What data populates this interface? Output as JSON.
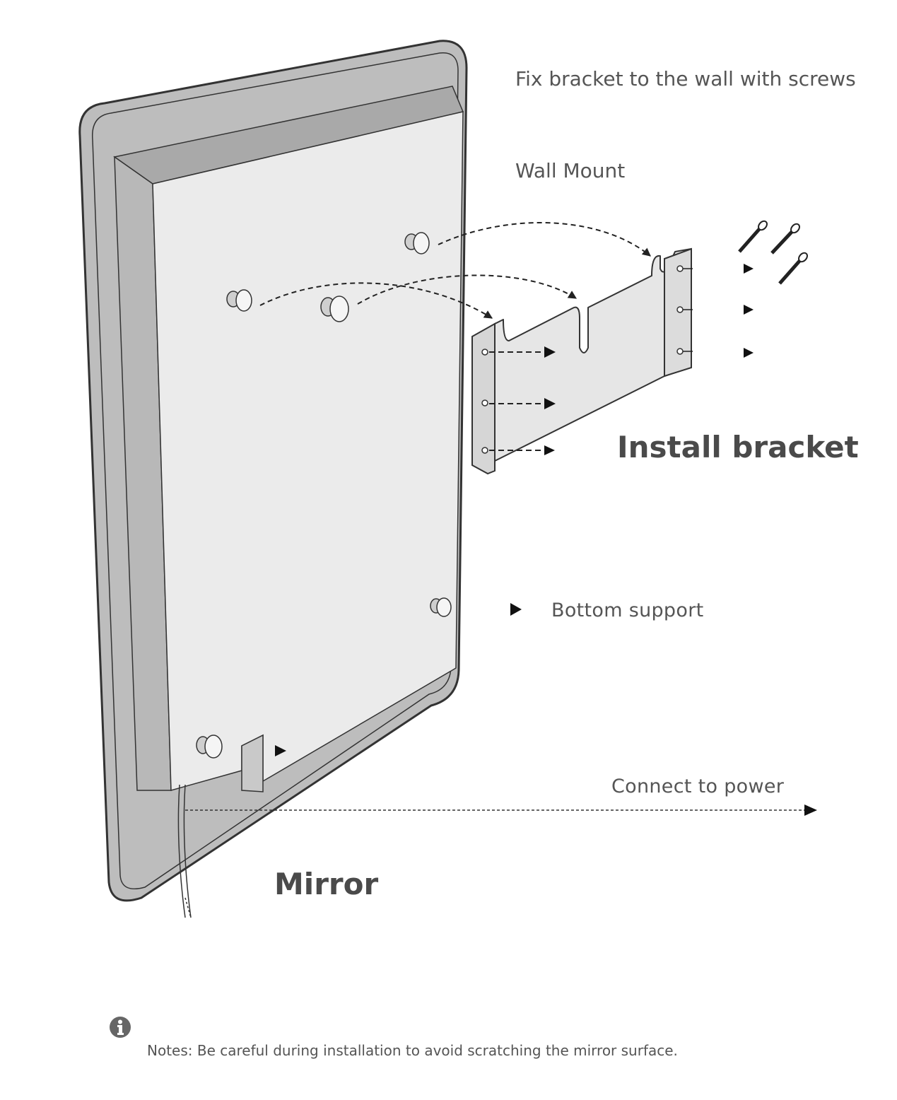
{
  "labels": {
    "fix_bracket": "Fix bracket to the wall with screws",
    "wall_mount": "Wall Mount",
    "install_bracket": "Install bracket",
    "bottom_support": "Bottom support",
    "connect_power": "Connect to power",
    "mirror": "Mirror"
  },
  "note": {
    "icon": "info-icon",
    "text": "Notes: Be careful during installation to avoid scratching the mirror surface."
  },
  "colors": {
    "frame": "#bdbdbd",
    "panel": "#ebebeb",
    "bracket": "#e6e6e6",
    "outline": "#333333",
    "text": "#555555"
  }
}
